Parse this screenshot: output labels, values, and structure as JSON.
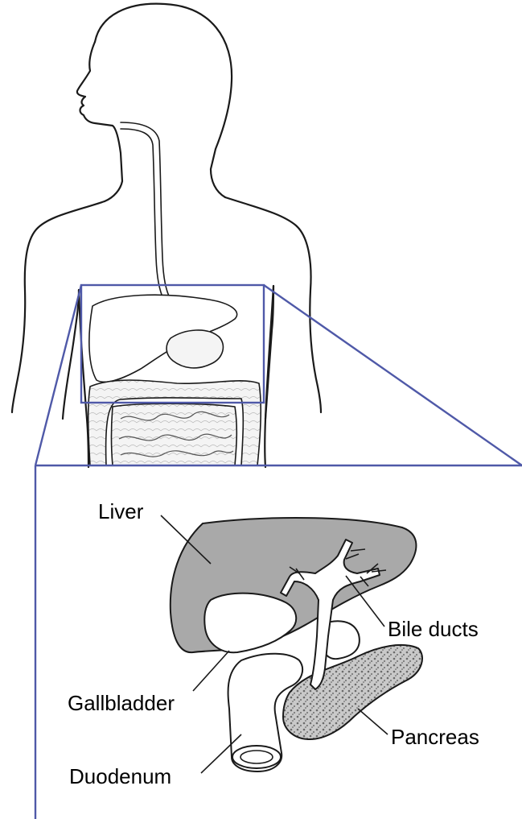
{
  "labels": {
    "liver": "Liver",
    "bile_ducts": "Bile ducts",
    "gallbladder": "Gallbladder",
    "pancreas": "Pancreas",
    "duodenum": "Duodenum"
  },
  "colors": {
    "callout": "#4f59a8",
    "outline": "#1a1a1a",
    "liver_fill": "#a9a9a9",
    "organ_fill": "#ffffff",
    "pancreas_fill": "#9a9a9a"
  }
}
